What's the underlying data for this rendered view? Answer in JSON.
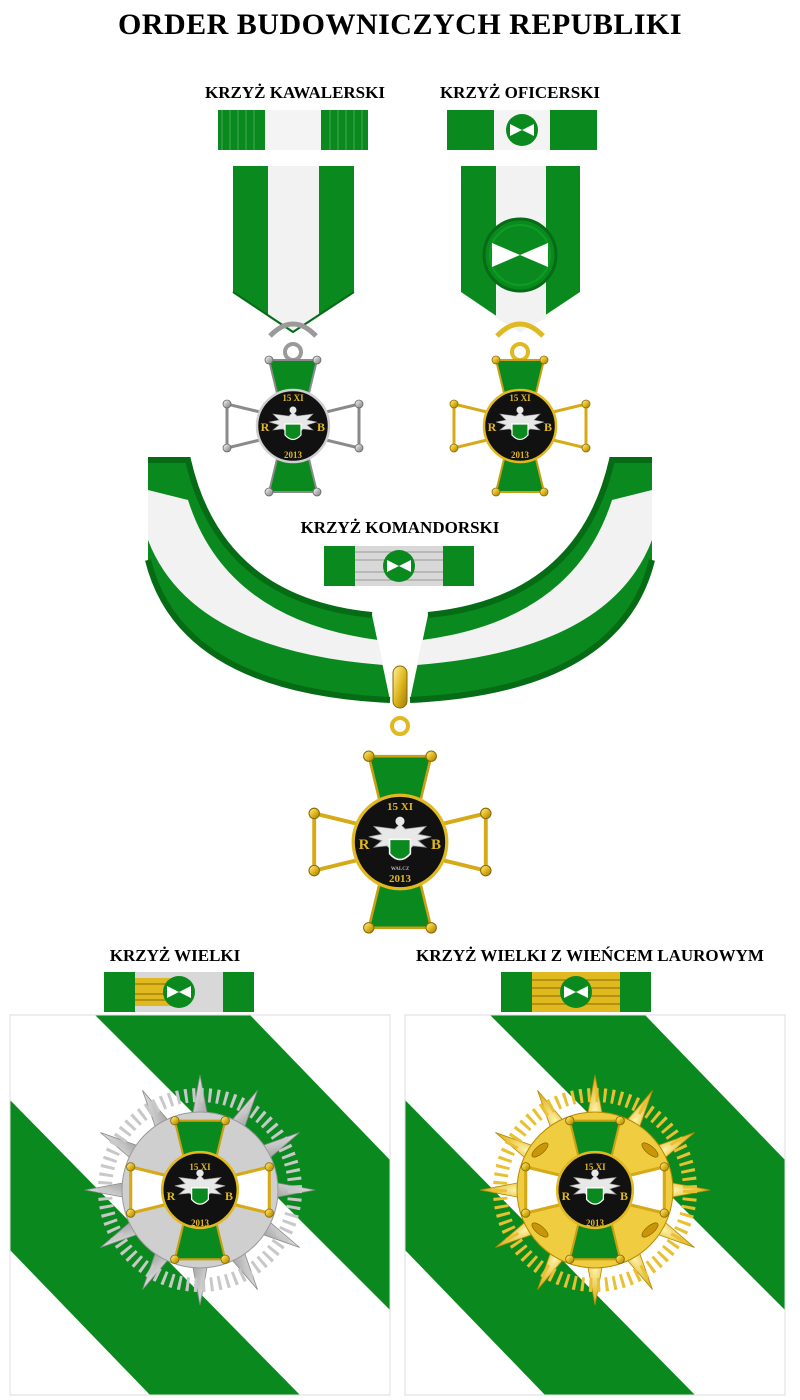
{
  "title": "ORDER BUDOWNICZYCH REPUBLIKI",
  "classes": [
    {
      "label": "KRZYŻ KAWALERSKI"
    },
    {
      "label": "KRZYŻ OFICERSKI"
    },
    {
      "label": "KRZYŻ KOMANDORSKI"
    },
    {
      "label": "KRZYŻ WIELKI"
    },
    {
      "label": "KRZYŻ WIELKI Z WIEŃCEM LAUROWYM"
    }
  ],
  "medallion": {
    "date_top": "15 XI",
    "year": "2013",
    "letter_left": "R",
    "letter_right": "B",
    "motto": "WALCZ"
  },
  "colors": {
    "green": "#0a8a1e",
    "dark_green": "#056b14",
    "silver": "#b8b8b8",
    "gold": "#e0b820",
    "black": "#111111"
  }
}
